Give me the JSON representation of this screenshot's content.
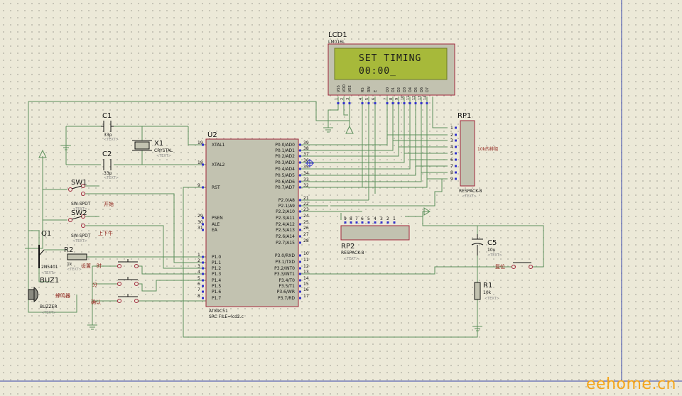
{
  "lcd": {
    "ref": "LCD1",
    "part": "LM016L",
    "line1": "SET TIMING",
    "line2": "00:00_",
    "pins": [
      "VSS",
      "VDD",
      "VEE",
      "RS",
      "RW",
      "E",
      "D0",
      "D1",
      "D2",
      "D3",
      "D4",
      "D5",
      "D6",
      "D7"
    ],
    "pin_numbers": [
      "1",
      "2",
      "3",
      "4",
      "5",
      "6",
      "7",
      "8",
      "9",
      "10",
      "11",
      "12",
      "13",
      "14"
    ]
  },
  "mcu": {
    "ref": "U2",
    "part": "AT89C51",
    "source": "SRC FILE=lcd2.c",
    "left_pins": [
      {
        "num": "19",
        "name": "XTAL1"
      },
      {
        "num": "18",
        "name": "XTAL2"
      },
      {
        "num": "9",
        "name": "RST"
      },
      {
        "num": "29",
        "name": "PSEN"
      },
      {
        "num": "30",
        "name": "ALE"
      },
      {
        "num": "31",
        "name": "EA"
      },
      {
        "num": "1",
        "name": "P1.0"
      },
      {
        "num": "2",
        "name": "P1.1"
      },
      {
        "num": "3",
        "name": "P1.2"
      },
      {
        "num": "4",
        "name": "P1.3"
      },
      {
        "num": "5",
        "name": "P1.4"
      },
      {
        "num": "6",
        "name": "P1.5"
      },
      {
        "num": "7",
        "name": "P1.6"
      },
      {
        "num": "8",
        "name": "P1.7"
      }
    ],
    "right_pins": [
      {
        "num": "39",
        "name": "P0.0/AD0"
      },
      {
        "num": "38",
        "name": "P0.1/AD1"
      },
      {
        "num": "37",
        "name": "P0.2/AD2"
      },
      {
        "num": "36",
        "name": "P0.3/AD3"
      },
      {
        "num": "35",
        "name": "P0.4/AD4"
      },
      {
        "num": "34",
        "name": "P0.5/AD5"
      },
      {
        "num": "33",
        "name": "P0.6/AD6"
      },
      {
        "num": "32",
        "name": "P0.7/AD7"
      },
      {
        "num": "21",
        "name": "P2.0/A8"
      },
      {
        "num": "22",
        "name": "P2.1/A9"
      },
      {
        "num": "23",
        "name": "P2.2/A10"
      },
      {
        "num": "24",
        "name": "P2.3/A11"
      },
      {
        "num": "25",
        "name": "P2.4/A12"
      },
      {
        "num": "26",
        "name": "P2.5/A13"
      },
      {
        "num": "27",
        "name": "P2.6/A14"
      },
      {
        "num": "28",
        "name": "P2.7/A15"
      },
      {
        "num": "10",
        "name": "P3.0/RXD"
      },
      {
        "num": "11",
        "name": "P3.1/TXD"
      },
      {
        "num": "12",
        "name": "P3.2/INT0"
      },
      {
        "num": "13",
        "name": "P3.3/INT1"
      },
      {
        "num": "14",
        "name": "P3.4/T0"
      },
      {
        "num": "15",
        "name": "P3.5/T1"
      },
      {
        "num": "16",
        "name": "P3.6/WR"
      },
      {
        "num": "17",
        "name": "P3.7/RD"
      }
    ]
  },
  "components": {
    "c1": {
      "ref": "C1",
      "value": "33p",
      "text": "<TEXT>"
    },
    "c2": {
      "ref": "C2",
      "value": "33p",
      "text": "<TEXT>"
    },
    "x1": {
      "ref": "X1",
      "value": "CRYSTAL",
      "text": "<TEXT>"
    },
    "sw1": {
      "ref": "SW1",
      "type": "SW-SPDT",
      "text": "<TEXT>",
      "label": "开始"
    },
    "sw2": {
      "ref": "SW2",
      "type": "SW-SPDT",
      "text": "<TEXT>",
      "label": "上下午"
    },
    "q1": {
      "ref": "Q1",
      "value": "2N5401",
      "text": "<TEXT>"
    },
    "r2": {
      "ref": "R2",
      "value": "1k",
      "text": "<TEXT>"
    },
    "buz1": {
      "ref": "BUZ1",
      "type": "BUZZER",
      "text": "<TEXT>",
      "label": "蜂鸣器"
    },
    "rp1": {
      "ref": "RP1",
      "type": "RESPACK-8",
      "text": "<TEXT>",
      "label": "10k的排阻",
      "pins": [
        "1",
        "2",
        "3",
        "4",
        "5",
        "6",
        "7",
        "8",
        "9"
      ]
    },
    "rp2": {
      "ref": "RP2",
      "type": "RESPACK-8",
      "text": "<TEXT>",
      "pins": [
        "9",
        "8",
        "7",
        "6",
        "5",
        "4",
        "3",
        "2",
        "1"
      ]
    },
    "c5": {
      "ref": "C5",
      "value": "10u",
      "text": "<TEXT>"
    },
    "r1": {
      "ref": "R1",
      "value": "10k",
      "text": "<TEXT>"
    },
    "reset_label": "复位",
    "buttons": [
      "设置",
      "时",
      "分",
      "确认"
    ]
  },
  "watermark": "eehome.cn",
  "colors": {
    "wire": "#5b8f5b",
    "outline": "#a0253a",
    "body": "#c2c2b0",
    "lcd_screen": "#a7b93a",
    "pin_dot": "#3333cc",
    "label": "#111111",
    "chinese": "#8a1a12",
    "watermark": "#f4a51c"
  }
}
